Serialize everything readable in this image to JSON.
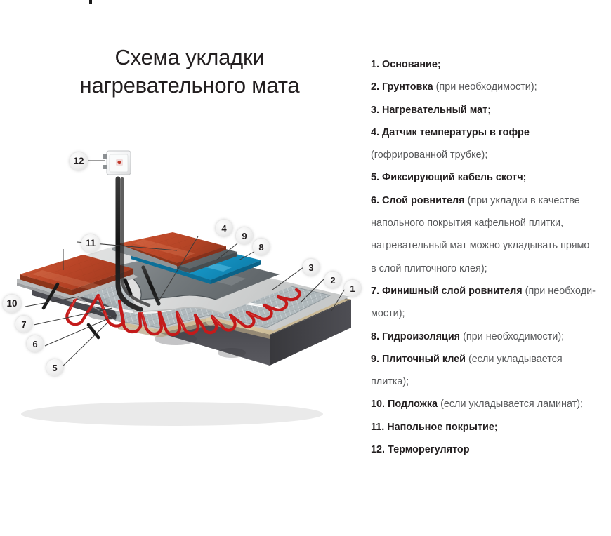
{
  "title": "Схема укладки\nнагревательного мата",
  "title_line1": "Схема укладки",
  "title_line2": "нагревательного мата",
  "colors": {
    "text_dark": "#231f20",
    "text_soft": "#58595b",
    "heating_cable_red": "#c41a1a",
    "tile_terracotta": "#c14a2a",
    "waterproof_blue": "#1a9fd0",
    "tile_adhesive_gray": "#6d7275",
    "screed_light_gray": "#d9dada",
    "base_slab_dark": "#46464a",
    "sand_beige": "#cdbc92",
    "bubble_fill": "#f0f0f0",
    "background": "#ffffff"
  },
  "legend": {
    "items": [
      {
        "num": "1.",
        "name": "Основание;",
        "note": ""
      },
      {
        "num": "2.",
        "name": "Грунтовка",
        "note": "(при необходимости);"
      },
      {
        "num": "3.",
        "name": "Нагревательный мат;",
        "note": ""
      },
      {
        "num": "4.",
        "name": "Датчик температуры в гофре",
        "note": "",
        "cont": "(гофрированной трубке);"
      },
      {
        "num": "5.",
        "name": "Фиксирующий кабель скотч;",
        "note": ""
      },
      {
        "num": "6.",
        "name": "Слой ровнителя",
        "note": "(при укладки в качестве",
        "cont2": "напольного покрытия кафельной плитки,",
        "cont3": "нагревательный мат можно укладывать прямо",
        "cont4": "в слой плиточного клея);"
      },
      {
        "num": "7.",
        "name": "Финишный слой ровнителя",
        "note": "(при необходи-",
        "cont": "мости);"
      },
      {
        "num": "8.",
        "name": "Гидроизоляция",
        "note": "(при необходимости);"
      },
      {
        "num": "9.",
        "name": "Плиточный клей",
        "note": "(если укладывается",
        "cont": "плитка);"
      },
      {
        "num": "10.",
        "name": "Подложка",
        "note": "(если укладывается ламинат);"
      },
      {
        "num": "11.",
        "name": "Напольное покрытие;",
        "note": ""
      },
      {
        "num": "12.",
        "name": "Терморегулятор",
        "note": ""
      }
    ]
  },
  "callouts": [
    {
      "id": "callout-12",
      "label": "12",
      "target": "Терморегулятор"
    },
    {
      "id": "callout-11",
      "label": "11",
      "target": "Напольное покрытие"
    },
    {
      "id": "callout-4",
      "label": "4",
      "target": "Датчик температуры в гофре"
    },
    {
      "id": "callout-9",
      "label": "9",
      "target": "Плиточный клей"
    },
    {
      "id": "callout-8",
      "label": "8",
      "target": "Гидроизоляция"
    },
    {
      "id": "callout-3",
      "label": "3",
      "target": "Нагревательный мат"
    },
    {
      "id": "callout-2",
      "label": "2",
      "target": "Грунтовка"
    },
    {
      "id": "callout-1",
      "label": "1",
      "target": "Основание"
    },
    {
      "id": "callout-10",
      "label": "10",
      "target": "Подложка"
    },
    {
      "id": "callout-7",
      "label": "7",
      "target": "Финишный слой ровнителя"
    },
    {
      "id": "callout-6",
      "label": "6",
      "target": "Слой ровнителя"
    },
    {
      "id": "callout-5",
      "label": "5",
      "target": "Фиксирующий кабель скотч"
    }
  ]
}
